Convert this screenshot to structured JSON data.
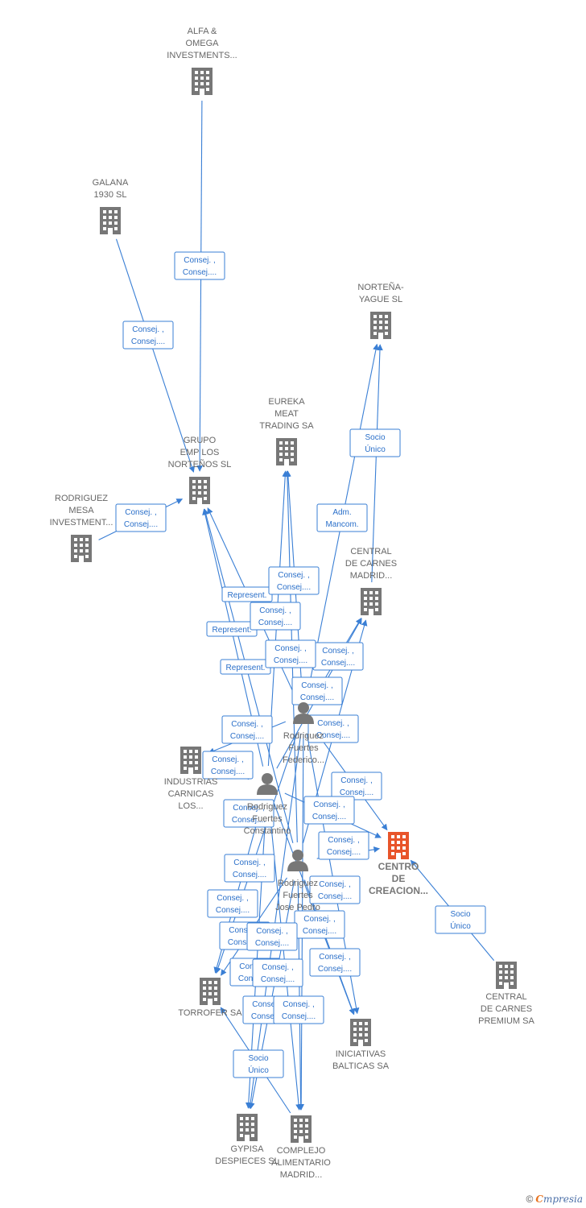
{
  "nodes": [
    {
      "id": "alfa",
      "lines": [
        "ALFA &",
        "OMEGA",
        "INVESTMENTS..."
      ],
      "kind": "company"
    },
    {
      "id": "galana",
      "lines": [
        "GALANA",
        "1930  SL"
      ],
      "kind": "company"
    },
    {
      "id": "nortena",
      "lines": [
        "NORTEÑA-",
        "YAGUE SL"
      ],
      "kind": "company"
    },
    {
      "id": "eureka",
      "lines": [
        "EUREKA",
        "MEAT",
        "TRADING SA"
      ],
      "kind": "company"
    },
    {
      "id": "grupo",
      "lines": [
        "GRUPO",
        "EMP LOS",
        "NORTEÑOS SL"
      ],
      "kind": "company"
    },
    {
      "id": "rodmesa",
      "lines": [
        "RODRIGUEZ",
        "MESA",
        "INVESTMENT..."
      ],
      "kind": "company"
    },
    {
      "id": "centralmad",
      "lines": [
        "CENTRAL",
        "DE CARNES",
        "MADRID..."
      ],
      "kind": "company"
    },
    {
      "id": "industrias",
      "lines": [
        "INDUSTRIAS",
        "CARNICAS",
        "LOS..."
      ],
      "kind": "company"
    },
    {
      "id": "centro",
      "lines": [
        "CENTRO",
        "DE",
        "CREACION..."
      ],
      "kind": "focus"
    },
    {
      "id": "torrofer",
      "lines": [
        "TORROFER SA"
      ],
      "kind": "company"
    },
    {
      "id": "iniciativas",
      "lines": [
        "INICIATIVAS",
        "BALTICAS SA"
      ],
      "kind": "company"
    },
    {
      "id": "premium",
      "lines": [
        "CENTRAL",
        "DE CARNES",
        "PREMIUM SA"
      ],
      "kind": "company"
    },
    {
      "id": "gypisa",
      "lines": [
        "GYPISA",
        "DESPIECES SL"
      ],
      "kind": "company"
    },
    {
      "id": "complejo",
      "lines": [
        "COMPLEJO",
        "ALIMENTARIO",
        "MADRID..."
      ],
      "kind": "company"
    },
    {
      "id": "p_federico",
      "lines": [
        "Rodriguez",
        "Fuertes",
        "Federico..."
      ],
      "kind": "person"
    },
    {
      "id": "p_constantino",
      "lines": [
        "Rodriguez",
        "Fuertes",
        "Constantino"
      ],
      "kind": "person"
    },
    {
      "id": "p_josepedro",
      "lines": [
        "Rodriguez",
        "Fuertes",
        "Jose Pedro"
      ],
      "kind": "person"
    }
  ],
  "edge_labels": [
    [
      "Consej. ,",
      "Consej...."
    ],
    [
      "Consej. ,",
      "Consej...."
    ],
    [
      "Socio",
      "Único"
    ],
    [
      "Adm.",
      "Mancom."
    ],
    [
      "Consej. ,",
      "Consej...."
    ],
    [
      "Represent."
    ],
    [
      "Consej. ,",
      "Consej...."
    ],
    [
      "Represent."
    ],
    [
      "Consej. ,",
      "Consej...."
    ],
    [
      "Consej. ,",
      "Consej...."
    ],
    [
      "Represent."
    ],
    [
      "Consej. ,",
      "Consej...."
    ],
    [
      "Consej. ,",
      "Consej...."
    ],
    [
      "Consej. ,",
      "Consej...."
    ],
    [
      "Consej. ,",
      "Consej...."
    ],
    [
      "Consej. ,",
      "Consej...."
    ],
    [
      "Consej. ,",
      "Consej...."
    ],
    [
      "Consej. ,",
      "Consej...."
    ],
    [
      "Consej. ,",
      "Consej...."
    ],
    [
      "Consej. ,",
      "Consej...."
    ],
    [
      "Socio",
      "Único"
    ],
    [
      "Consej. ,",
      "Consej...."
    ],
    [
      "Consej. ,",
      "Consej...."
    ],
    [
      "Consej. ,",
      "Consej...."
    ],
    [
      "Consej. ,",
      "Consej...."
    ],
    [
      "Consej. ,",
      "Consej...."
    ],
    [
      "Consej. ,",
      "Consej...."
    ],
    [
      "Consej. ,",
      "Consej...."
    ],
    [
      "Consej. ,",
      "Consej...."
    ],
    [
      "Consej. ,",
      "Consej...."
    ],
    [
      "Consej. ,",
      "Consej...."
    ],
    [
      "Consej. ,",
      "Consej...."
    ],
    [
      "Socio",
      "Único"
    ]
  ],
  "colors": {
    "edge": "#3a7fd5",
    "company": "#777777",
    "focus": "#e8542a",
    "person": "#777777"
  },
  "footer": {
    "copyright": "©",
    "brand_initial": "C",
    "brand_rest": "mpresia"
  }
}
